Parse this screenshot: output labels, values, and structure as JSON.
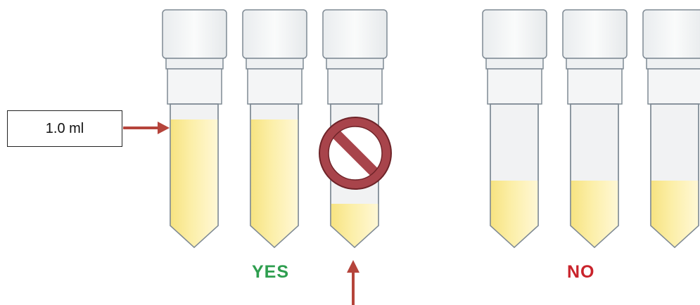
{
  "volume_label": "1.0 ml",
  "groups": {
    "yes": {
      "label": "YES",
      "color": "#2e9e4f"
    },
    "no": {
      "label": "NO",
      "color": "#c9232b"
    }
  },
  "colors": {
    "cap_fill": "#f4f5f6",
    "tube_outline": "#7f8a94",
    "tube_empty": "#f1f2f3",
    "liquid_light": "#fff6cf",
    "liquid_dark": "#f6e27e",
    "arrow": "#b5443b",
    "prohibition_fill": "#a8444b",
    "prohibition_stroke": "#6e2328"
  },
  "tubes": [
    {
      "group": "yes",
      "fill_level": "full",
      "marked_prohibited": false
    },
    {
      "group": "yes",
      "fill_level": "full",
      "marked_prohibited": false
    },
    {
      "group": "yes",
      "fill_level": "low",
      "marked_prohibited": true
    },
    {
      "group": "no",
      "fill_level": "half",
      "marked_prohibited": false
    },
    {
      "group": "no",
      "fill_level": "half",
      "marked_prohibited": false
    },
    {
      "group": "no",
      "fill_level": "half",
      "marked_prohibited": false
    }
  ],
  "icons": [
    "arrow-right-icon",
    "arrow-up-icon",
    "prohibition-icon"
  ]
}
